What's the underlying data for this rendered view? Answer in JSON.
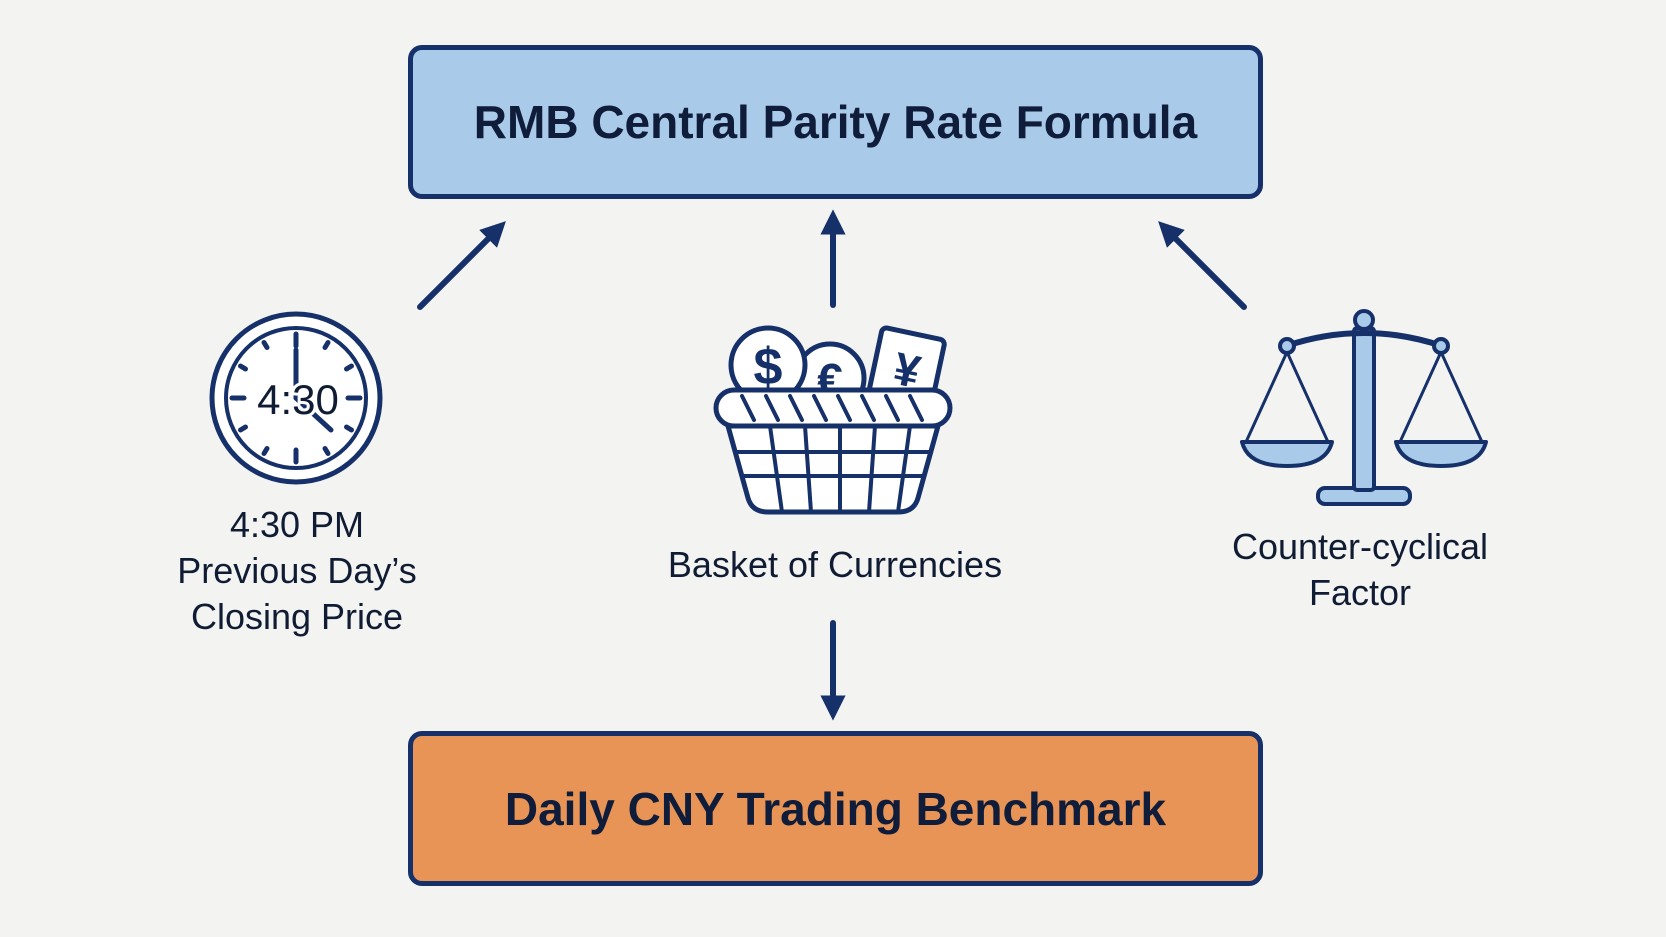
{
  "top_box": {
    "title": "RMB Central Parity Rate Formula"
  },
  "bottom_box": {
    "title": "Daily CNY Trading Benchmark"
  },
  "inputs": [
    {
      "icon": "clock-icon",
      "clock_text": "4:30",
      "lines": [
        "4:30 PM",
        "Previous Day’s",
        "Closing Price"
      ]
    },
    {
      "icon": "currency-basket-icon",
      "symbols": [
        "$",
        "€",
        "¥"
      ],
      "lines": [
        "Basket of Currencies"
      ]
    },
    {
      "icon": "balance-scale-icon",
      "lines": [
        "Counter-cyclical",
        "Factor"
      ]
    }
  ],
  "colors": {
    "top_box": "#a9cbe9",
    "bottom_box": "#e89457",
    "outline": "#16306a",
    "background": "#f3f3f1"
  }
}
